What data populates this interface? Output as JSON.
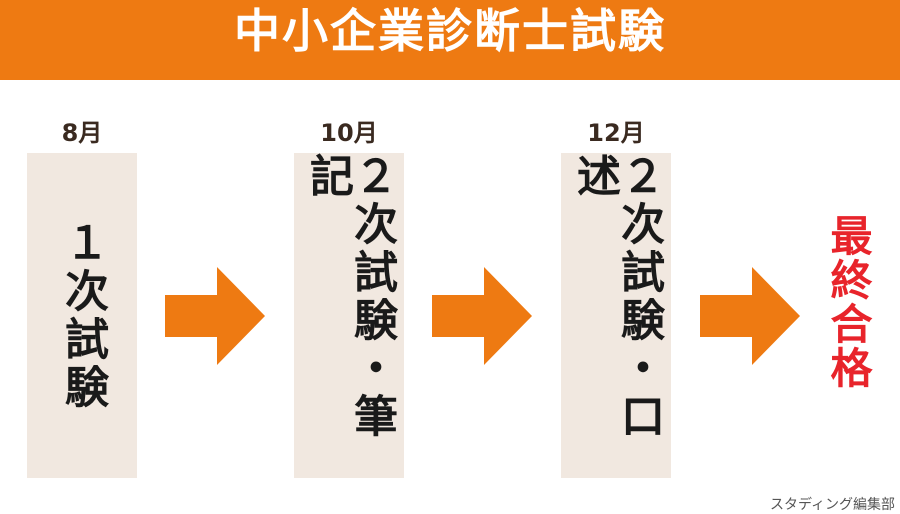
{
  "header": {
    "title": "中小企業診断士試験"
  },
  "steps": [
    {
      "month": "8月",
      "label": "１次試験"
    },
    {
      "month": "10月",
      "label": "２次試験・筆記"
    },
    {
      "month": "12月",
      "label": "２次試験・口述"
    }
  ],
  "final": {
    "label": "最終合格"
  },
  "credit": "スタディング編集部",
  "colors": {
    "accent": "#ee7a12",
    "box": "#f1e8e0",
    "final": "#e8242b"
  }
}
